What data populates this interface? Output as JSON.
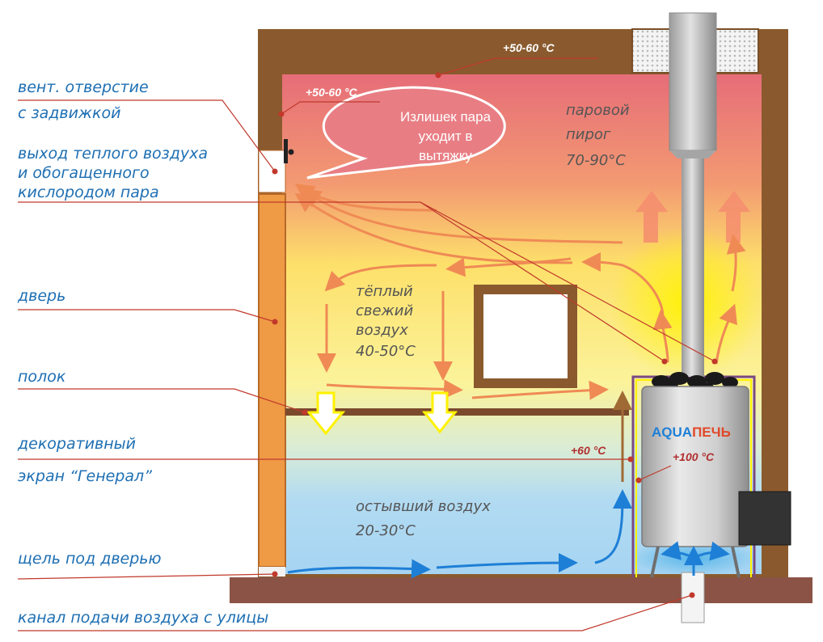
{
  "labels": {
    "vent_line1": "вент. отверстие",
    "vent_line2": "с задвижкой",
    "warm_line1": "выход теплого воздуха",
    "warm_line2": "и обогащенного",
    "warm_line3": "кислородом пара",
    "door": "дверь",
    "shelf": "полок",
    "screen_line1": "декоративный",
    "screen_line2": "экран “Генерал”",
    "gap": "щель под дверью",
    "channel": "канал подачи воздуха с улицы"
  },
  "temps": {
    "roof": "+50-60 °C",
    "ceiling": "+50-60 °C",
    "screen": "+60 °C",
    "stove": "+100 °C"
  },
  "zones": {
    "steam_line1": "паровой",
    "steam_line2": "пирог",
    "steam_line3": "70-90°C",
    "warm_line1": "тёплый",
    "warm_line2": "свежий",
    "warm_line3": "воздух",
    "warm_line4": "40-50°C",
    "cool_line1": "остывший воздух",
    "cool_line2": "20-30°C"
  },
  "bubble": {
    "line1": "Излишек пара",
    "line2": "уходит в",
    "line3": "вытяжку"
  },
  "brand": {
    "part1": "AQUA",
    "part2": "ПЕЧЬ"
  },
  "colors": {
    "hot": "#e8737a",
    "warm": "#fbee6a",
    "cool": "#a9d6f2",
    "wood": "#8a5a2e",
    "label_blue": "#1e6fb3",
    "leader": "#c0392b"
  }
}
